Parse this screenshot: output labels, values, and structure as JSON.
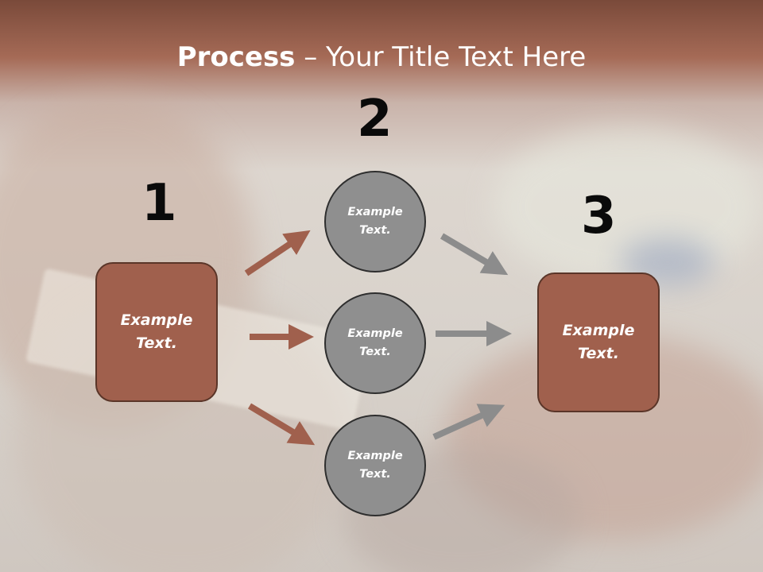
{
  "title": {
    "bold": "Process",
    "rest": " – Your Title Text Here"
  },
  "numbers": [
    "1",
    "2",
    "3"
  ],
  "step1": {
    "text": "Example\nText."
  },
  "step2": [
    {
      "text": "Example\nText."
    },
    {
      "text": "Example\nText."
    },
    {
      "text": "Example\nText."
    }
  ],
  "step3": {
    "text": "Example\nText."
  },
  "colors": {
    "box": "#a0604d",
    "circle": "#8f8f8f",
    "arrow_left": "#a0604d",
    "arrow_right": "#8c8c8c"
  }
}
